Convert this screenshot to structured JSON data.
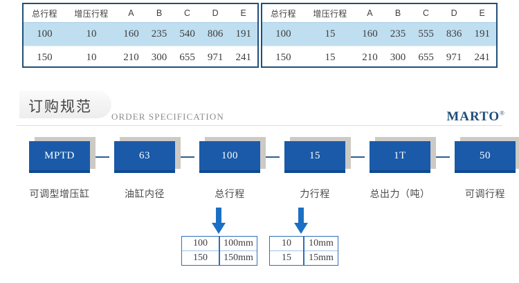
{
  "spec_tables": [
    {
      "name": "stroke-10-table",
      "headers": [
        "总行程",
        "增压行程",
        "A",
        "B",
        "C",
        "D",
        "E"
      ],
      "rows": [
        {
          "highlight": true,
          "cells": [
            "100",
            "10",
            "160",
            "235",
            "540",
            "806",
            "191"
          ]
        },
        {
          "highlight": false,
          "cells": [
            "150",
            "10",
            "210",
            "300",
            "655",
            "971",
            "241"
          ]
        }
      ]
    },
    {
      "name": "stroke-15-table",
      "headers": [
        "总行程",
        "增压行程",
        "A",
        "B",
        "C",
        "D",
        "E"
      ],
      "rows": [
        {
          "highlight": true,
          "cells": [
            "100",
            "15",
            "160",
            "235",
            "555",
            "836",
            "191"
          ]
        },
        {
          "highlight": false,
          "cells": [
            "150",
            "15",
            "210",
            "300",
            "655",
            "971",
            "241"
          ]
        }
      ]
    }
  ],
  "section": {
    "title_cn": "订购规范",
    "title_en": "ORDER SPECIFICATION",
    "brand": "MARTO",
    "brand_mark": "®"
  },
  "flow": {
    "nodes": [
      {
        "value": "MPTD",
        "caption": "可调型增压缸"
      },
      {
        "value": "63",
        "caption": "油缸内径"
      },
      {
        "value": "100",
        "caption": "总行程"
      },
      {
        "value": "15",
        "caption": "力行程"
      },
      {
        "value": "1T",
        "caption": "总出力（吨）"
      },
      {
        "value": "50",
        "caption": "可调行程"
      }
    ],
    "connector": "dash"
  },
  "legends": [
    {
      "name": "total-stroke-legend",
      "arrow_icon": "arrow-down-icon",
      "rows": [
        {
          "key": "100",
          "value": "100mm"
        },
        {
          "key": "150",
          "value": "150mm"
        }
      ]
    },
    {
      "name": "force-stroke-legend",
      "arrow_icon": "arrow-down-icon",
      "rows": [
        {
          "key": "10",
          "value": "10mm"
        },
        {
          "key": "15",
          "value": "15mm"
        }
      ]
    }
  ],
  "colors": {
    "table_border": "#1f4e79",
    "row_highlight": "#bfdef0",
    "node_blue": "#1a5aa8",
    "arrow_blue": "#1b6fc4",
    "brand_navy": "#1f4e79"
  }
}
